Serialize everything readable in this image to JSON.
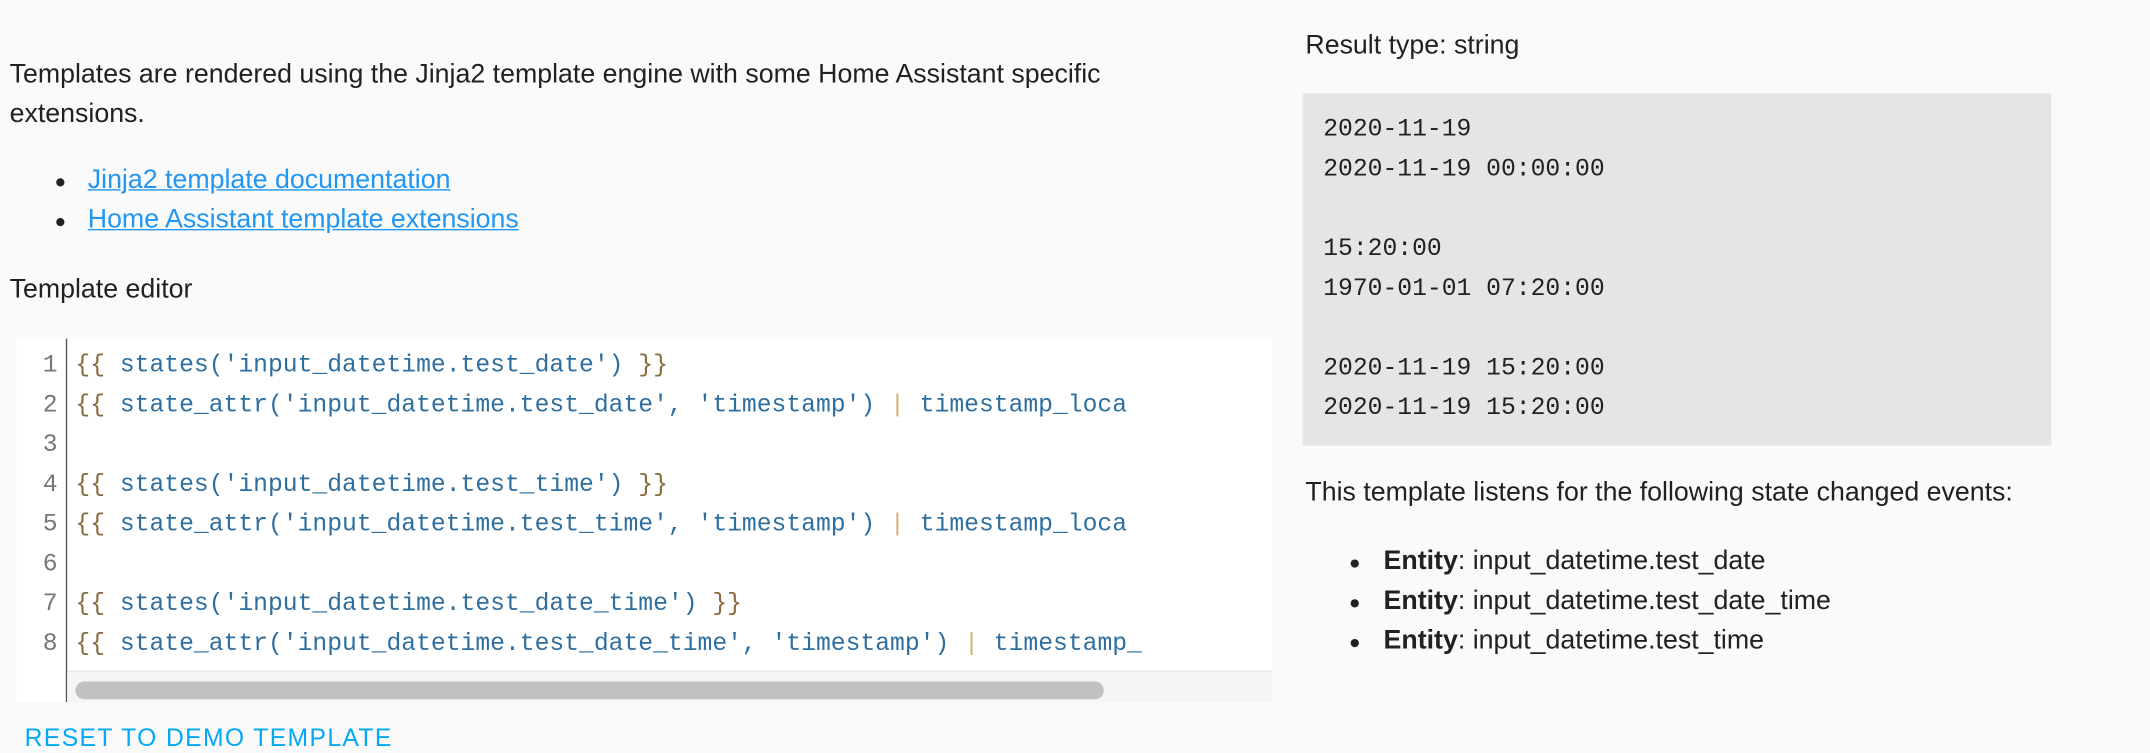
{
  "intro": {
    "text_line1": "Templates are rendered using the Jinja2 template engine with some Home Assistant specific",
    "text_line2": "extensions.",
    "links": [
      "Jinja2 template documentation",
      "Home Assistant template extensions"
    ]
  },
  "editor": {
    "title": "Template editor",
    "lines": [
      {
        "n": "1",
        "code": "{{ states('input_datetime.test_date') }}"
      },
      {
        "n": "2",
        "code": "{{ state_attr('input_datetime.test_date', 'timestamp') | timestamp_loca"
      },
      {
        "n": "3",
        "code": ""
      },
      {
        "n": "4",
        "code": "{{ states('input_datetime.test_time') }}"
      },
      {
        "n": "5",
        "code": "{{ state_attr('input_datetime.test_time', 'timestamp') | timestamp_loca"
      },
      {
        "n": "6",
        "code": ""
      },
      {
        "n": "7",
        "code": "{{ states('input_datetime.test_date_time') }}"
      },
      {
        "n": "8",
        "code": "{{ state_attr('input_datetime.test_date_time', 'timestamp') | timestamp_"
      }
    ],
    "reset_label": "RESET TO DEMO TEMPLATE"
  },
  "result": {
    "type_label": "Result type: string",
    "lines": [
      "2020-11-19",
      "2020-11-19 00:00:00",
      "",
      "15:20:00",
      "1970-01-01 07:20:00",
      "",
      "2020-11-19 15:20:00",
      "2020-11-19 15:20:00"
    ],
    "listens_label": "This template listens for the following state changed events:",
    "entity_label": "Entity",
    "entities": [
      "input_datetime.test_date",
      "input_datetime.test_date_time",
      "input_datetime.test_time"
    ]
  },
  "colors": {
    "link": "#2196f3",
    "accent": "#03a9f4",
    "code": "#2f6f9f",
    "brace": "#8a6a3a",
    "result_bg": "#e5e5e5"
  }
}
